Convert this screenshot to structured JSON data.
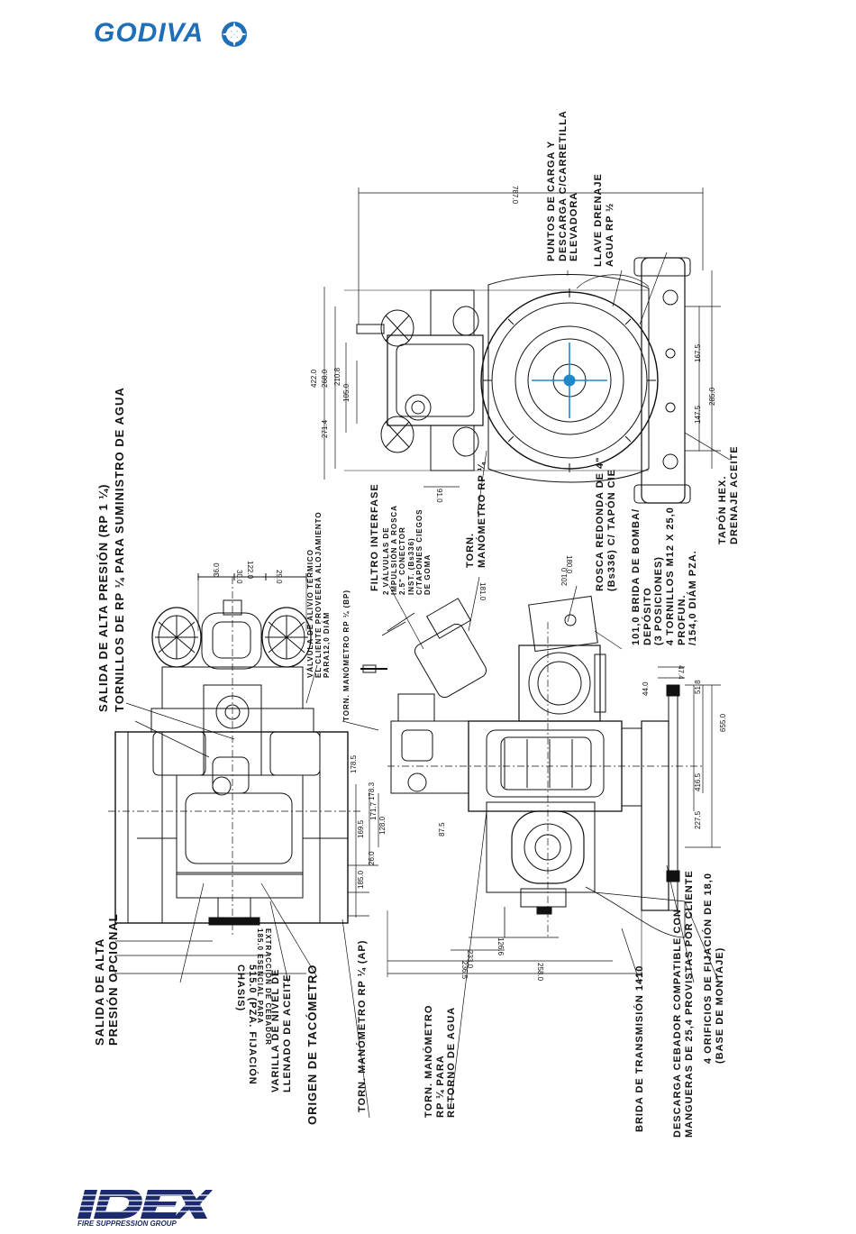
{
  "header": {
    "brand": "GODIVA"
  },
  "footer": {
    "brand": "IDEX",
    "tagline": "FIRE SUPPRESSION GROUP"
  },
  "labels": {
    "salida_alta_presion": "SALIDA DE ALTA PRESIÓN (RP 1 ¼)",
    "tornillos_rp": "TORNILLOS DE RP ¼ PARA SUMINISTRO DE AGUA",
    "salida_alta_opcional_1": "SALIDA DE ALTA",
    "salida_alta_opcional_2": "PRESIÓN OPCIONAL",
    "varilla_1": "VARILLA DE NIVEL DE",
    "varilla_2": "LLENADO DE ACEITE",
    "origen_tacometro": "ORIGEN DE TACÓMETRO",
    "torn_manometro_ap": "TORN. MANÓMETRO RP ¼ (AP)",
    "torn_retorno_1": "TORN. MANÓMETRO",
    "torn_retorno_2": "RP ¼ PARA",
    "torn_retorno_3": "RETORNO DE AGUA",
    "brida_transmision": "BRIDA DE TRANSMISIÓN 1410",
    "descarga_cebador_1": "DESCARGA CEBADOR COMPATIBLE CON",
    "descarga_cebador_2": "MANGUERAS DE 25,4 PROVISTAS POR CLIENTE",
    "orificios_1": "4 ORIFICIOS DE FIJACIÓN DE 18,0",
    "orificios_2": "(BASE DE MONTAJE)",
    "valvula_1": "VÁLVULA DE ALIVIO TÉRMICO",
    "valvula_2": "EL CLIENTE PROVEERÁ ALOJAMIENTO",
    "valvula_3": "PARA12,0 DIÁM",
    "torn_manometro_bp": "TORN. MANÓMETRO RP ¼ (BP)",
    "filtro_interfase": "FILTRO INTERFASE",
    "valvulas_imp_1": "2 VÁLVULAS DE",
    "valvulas_imp_2": "IMPULSIÓN A ROSCA",
    "valvulas_imp_3": "2.5\" CONECTOR",
    "valvulas_imp_4": "INST. (Bs336)",
    "valvulas_imp_5": "C/TAPONES CIEGOS",
    "valvulas_imp_6": "DE GOMA",
    "torn_manometro_1": "TORN.",
    "torn_manometro_2": "MANÓMETRO RP ¼",
    "rosca_1": "ROSCA REDONDA DE 4\"",
    "rosca_2": "(Bs336) C/ TAPÓN CIE",
    "brida_bomba_1": "101,0 BRIDA DE BOMBA/",
    "brida_bomba_2": "DEPÓSITO",
    "brida_bomba_3": "(3 POSICIONES)",
    "brida_bomba_4": "4 TORNILLOS M12 X 25,0",
    "brida_bomba_5": "PROFUN.",
    "brida_bomba_6": "/154,0 DIÁM PZA.",
    "puntos_carga_1": "PUNTOS DE CARGA Y",
    "puntos_carga_2": "DESCARGA C/CARRETILLA",
    "puntos_carga_3": "ELEVADORA",
    "llave_drenaje_1": "LLAVE DRENAJE",
    "llave_drenaje_2": "AGUA RP ½",
    "tapon_hex_1": "TAPÓN HEX.",
    "tapon_hex_2": "DRENAJE ACEITE",
    "extraccion_1": "EXTRACCIÓN DE CEBADOR",
    "extraccion_2": "185.0 ESENCIAL PARA",
    "fijacion_1": "515.0 (PZA. FIJACIÓN",
    "fijacion_2": "CHASIS)"
  },
  "dimensions": {
    "d_122": "122.0",
    "d_36": "36.0",
    "d_30": "30.0",
    "d_29": "29.0",
    "d_185": "185.0",
    "d_26": "26.0",
    "d_87": "87.5",
    "d_128": "128.0",
    "d_1695": "169.5",
    "d_1717": "171.7",
    "d_1789": "178.3",
    "d_1785": "178.5",
    "d_2365": "236.5",
    "d_1266": "126.6",
    "d_2330": "233.0",
    "d_2580": "258.0",
    "d_181": "181.0",
    "d_201": "201.0",
    "d_180": "180.0",
    "d_4165": "416.5",
    "d_2275": "227.5",
    "d_6550": "655.0",
    "d_474": "47.4",
    "d_440": "44.0",
    "d_518": "51.8",
    "d_4220": "422.0",
    "d_2680": "268.0",
    "d_1050": "105.0",
    "d_2108": "210.8",
    "d_2714": "271.4",
    "d_91": "91.0",
    "d_1675": "167.5",
    "d_1475": "147.5",
    "d_2850": "285.0",
    "d_7870": "787.0"
  }
}
